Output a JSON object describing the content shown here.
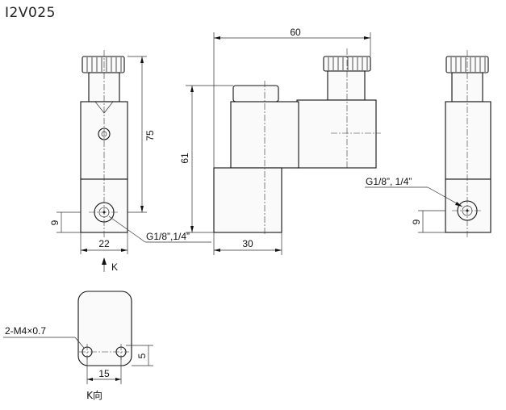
{
  "title": "I2V025",
  "front_view": {
    "dim_height": "75",
    "dim_width": "22",
    "dim_port_height": "9",
    "port_label": "G1/8”,1/4”",
    "view_arrow_label": "K"
  },
  "side_view": {
    "dim_length": "60",
    "dim_height": "61",
    "dim_base_width": "30"
  },
  "right_view": {
    "port_label": "G1/8”, 1/4”",
    "dim_port_height": "9"
  },
  "k_view": {
    "thread_label": "2-M4×0.7",
    "dim_hole_spacing": "15",
    "dim_hole_height": "5",
    "view_label": "K向"
  }
}
